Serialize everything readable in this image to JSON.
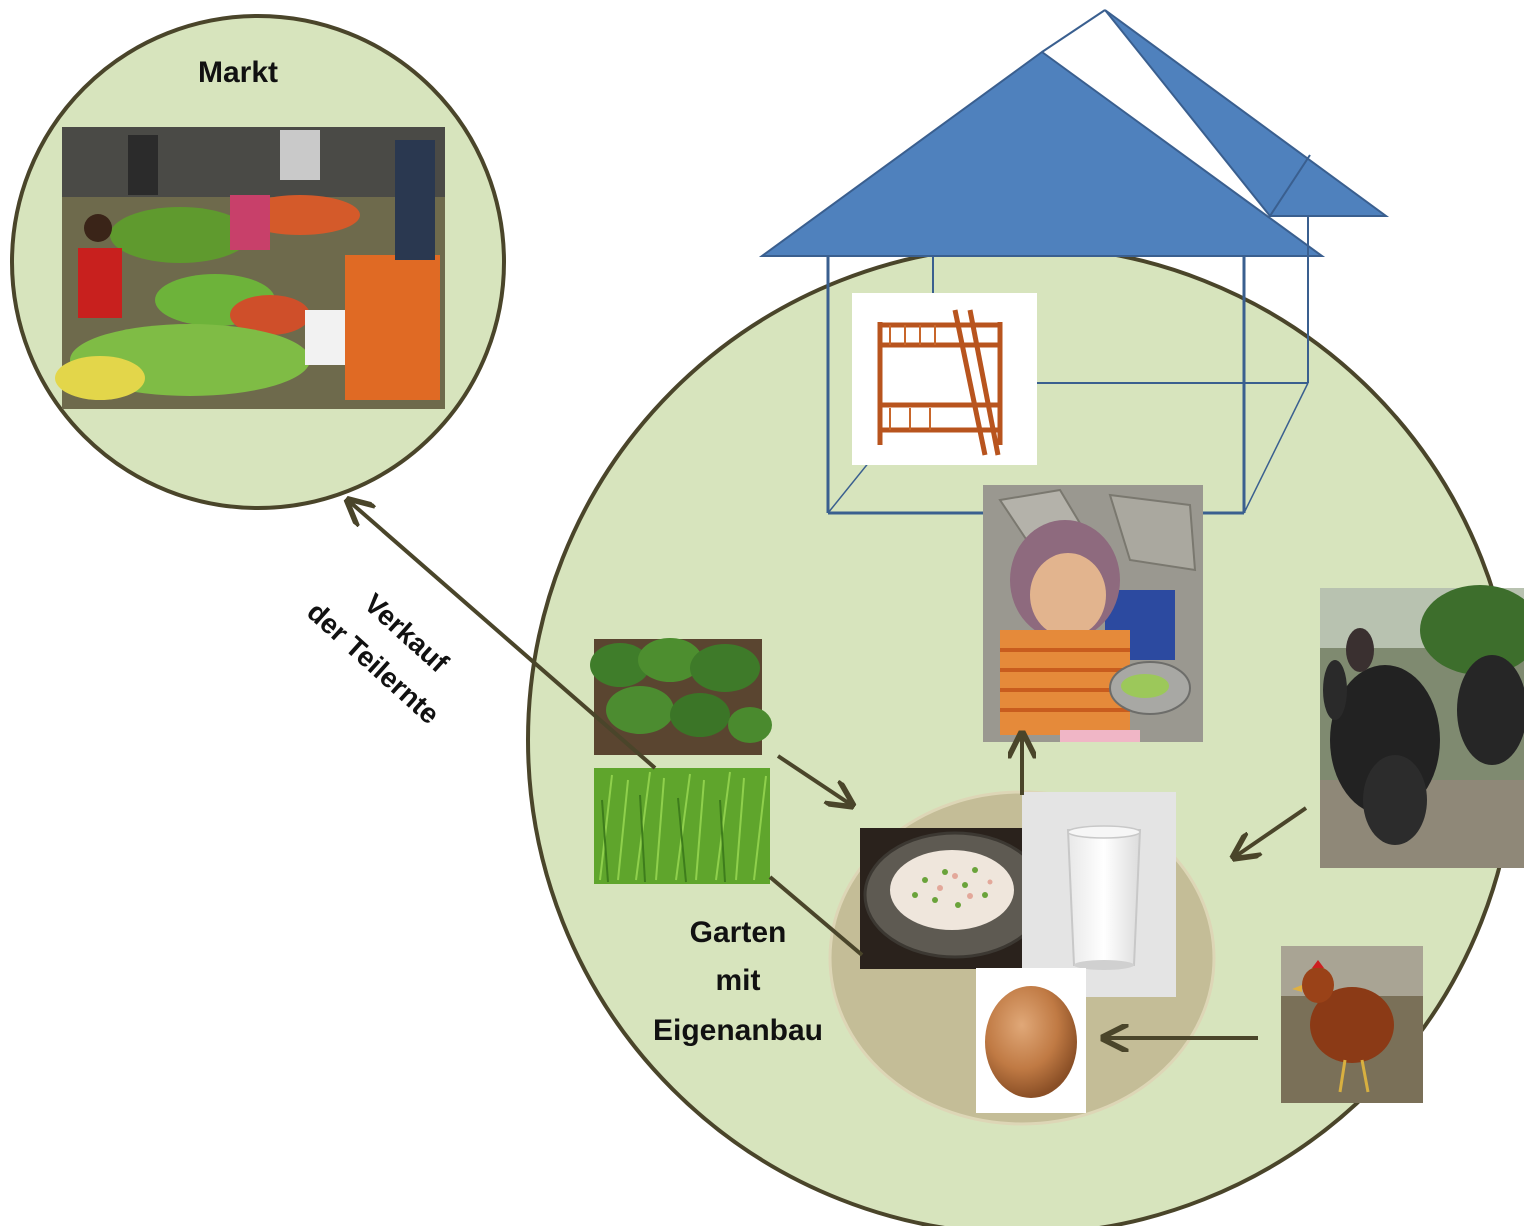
{
  "labels": {
    "market": "Markt",
    "sale_line1": "Verkauf",
    "sale_line2": "der Teilernte",
    "garden_line1": "Garten",
    "garden_line2": "mit",
    "garden_line3": "Eigenanbau"
  },
  "pictures": [
    {
      "name": "market-photo",
      "subject": "vegetable market"
    },
    {
      "name": "bunk-bed-photo",
      "subject": "wooden bunk bed"
    },
    {
      "name": "child-eating-photo",
      "subject": "child eating"
    },
    {
      "name": "vegetable-field-photo",
      "subject": "leafy vegetables"
    },
    {
      "name": "rice-field-photo",
      "subject": "rice plants"
    },
    {
      "name": "rice-dish-photo",
      "subject": "rice dish"
    },
    {
      "name": "milk-glass-photo",
      "subject": "glass of milk"
    },
    {
      "name": "egg-photo",
      "subject": "egg"
    },
    {
      "name": "buffalo-photo",
      "subject": "water buffalo"
    },
    {
      "name": "chicken-photo",
      "subject": "chicken"
    }
  ],
  "colors": {
    "circle_fill": "#d7e4bd",
    "circle_stroke": "#4a452a",
    "inner_fill": "#c4bd97",
    "house_blue": "#4f81bd",
    "house_line": "#3a5f8f",
    "arrow": "#4a452a"
  }
}
